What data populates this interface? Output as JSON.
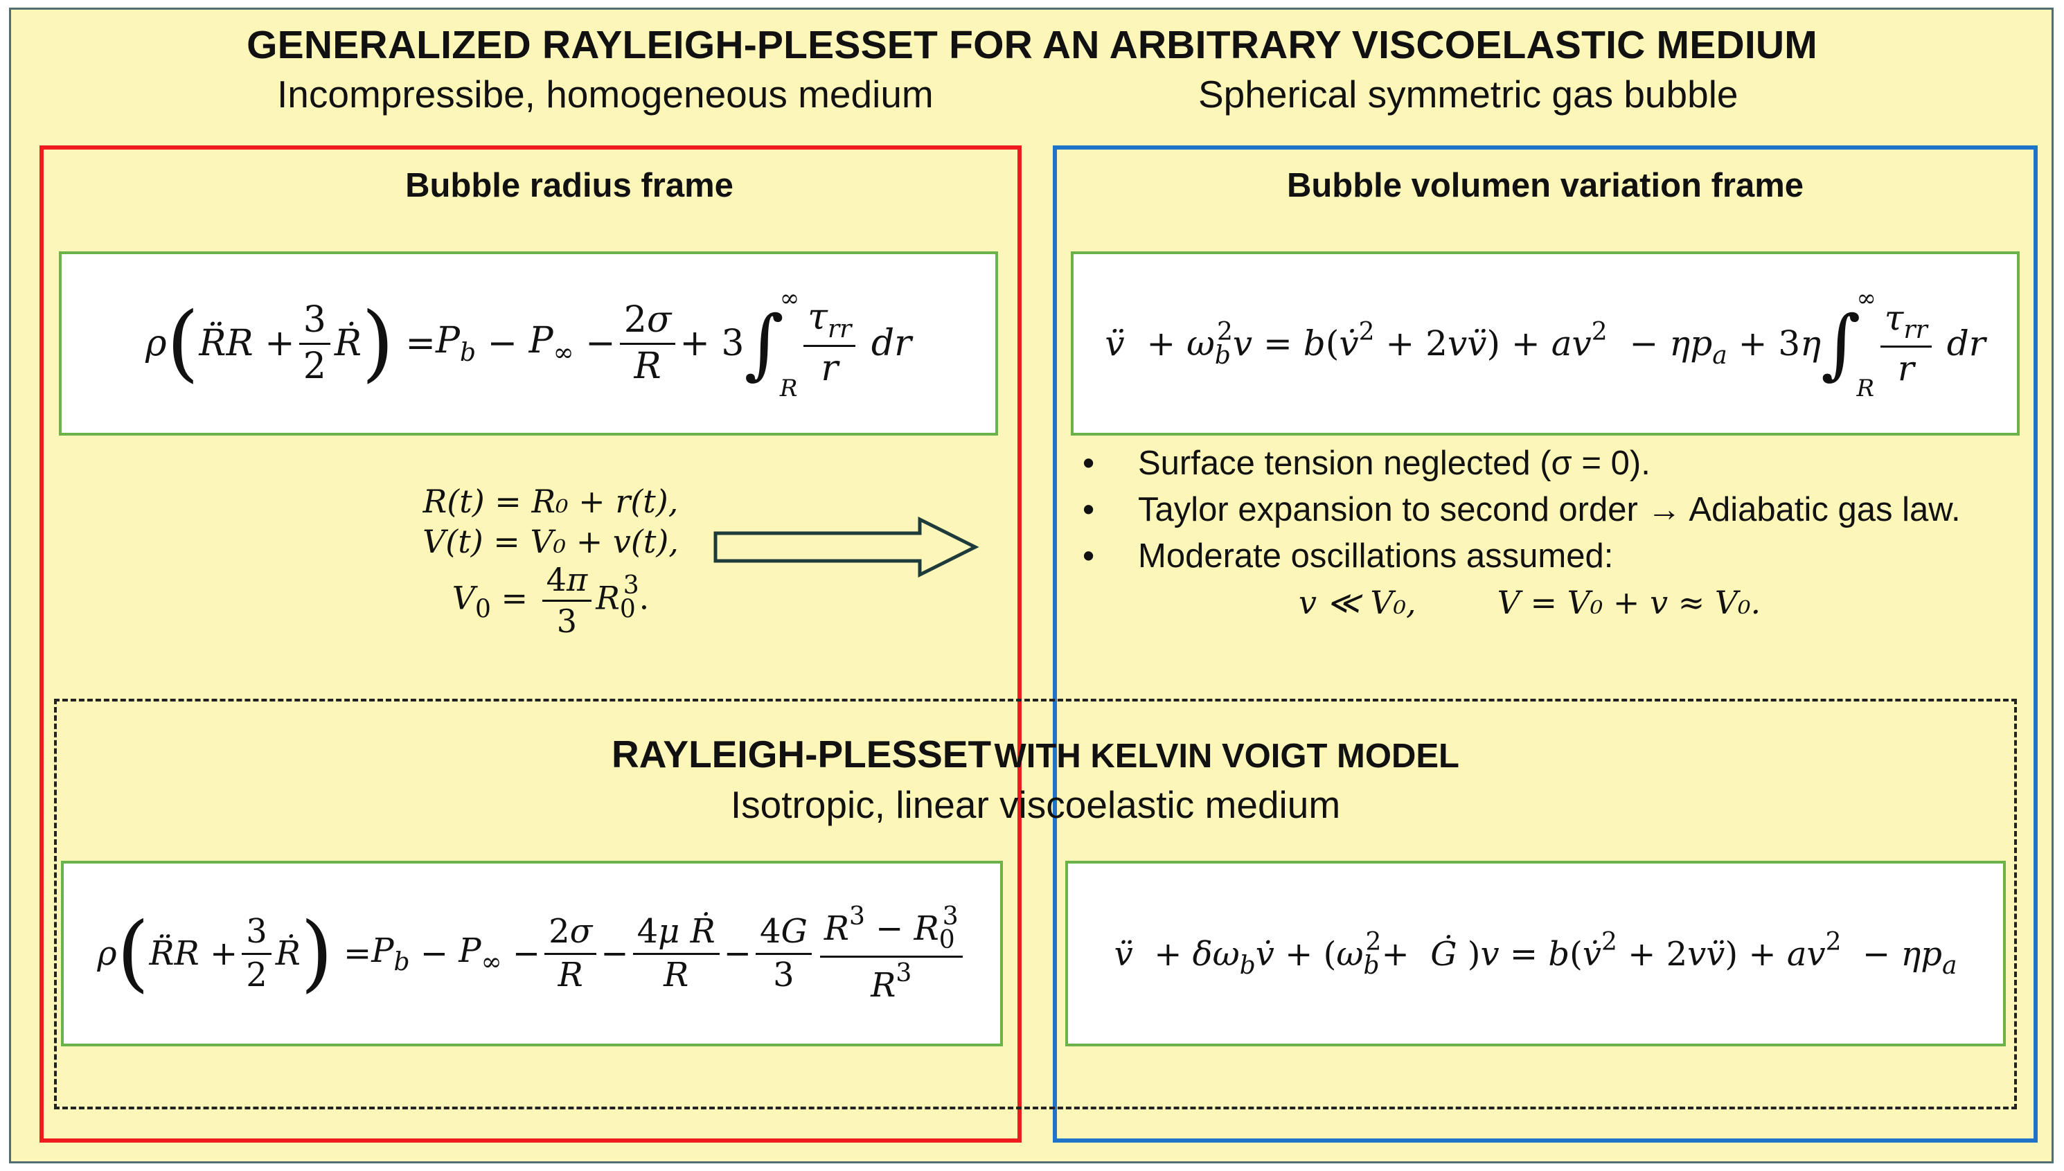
{
  "header": {
    "title": "GENERALIZED RAYLEIGH-PLESSET FOR AN ARBITRARY VISCOELASTIC MEDIUM",
    "subtitle_left": "Incompressibe, homogeneous medium",
    "subtitle_right": "Spherical symmetric gas bubble"
  },
  "left_frame": {
    "title": "Bubble radius frame",
    "definitions": [
      "R(t) = R₀ + r(t),",
      "V(t) = V₀ + v(t),",
      "V₀ = 4π/3 R₀³."
    ]
  },
  "right_frame": {
    "title": "Bubble volumen variation frame",
    "bullets": [
      "Surface tension neglected (σ = 0).",
      "Taylor expansion to second order → Adiabatic gas law.",
      "Moderate oscillations assumed:"
    ],
    "assumption": "v ≪ V₀,        V = V₀ + v ≈ V₀."
  },
  "kelvin_voigt": {
    "title_bold": "RAYLEIGH-PLESSET",
    "title_rest": "WITH KELVIN VOIGT MODEL",
    "subtitle": "Isotropic, linear viscoelastic medium"
  },
  "colors": {
    "background": "#fdf6b9",
    "left_frame": "#ee1c1c",
    "right_frame": "#1f74c9",
    "equation_border": "#6bb24a"
  },
  "icons": {
    "arrow": "right-outline-arrow-icon"
  }
}
